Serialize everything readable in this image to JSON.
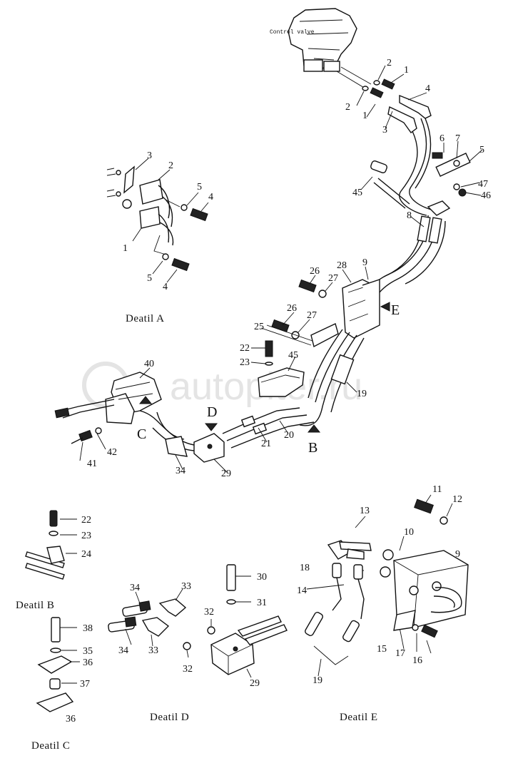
{
  "watermark": "autopiter.ru",
  "top_label": "Control valve",
  "captions": {
    "detail_a": "Deatil A",
    "detail_b": "Deatil B",
    "detail_c": "Deatil C",
    "detail_d": "Deatil D",
    "detail_e": "Deatil E"
  },
  "view_arrows": {
    "b": "B",
    "c": "C",
    "d": "D",
    "e": "E"
  },
  "callouts": {
    "main": [
      "2",
      "1",
      "4",
      "2",
      "1",
      "3",
      "6",
      "7",
      "5",
      "47",
      "46",
      "45",
      "8",
      "9",
      "28",
      "26",
      "27",
      "26",
      "27",
      "25",
      "22",
      "23",
      "45",
      "19",
      "40",
      "42",
      "41",
      "34",
      "29",
      "21",
      "20"
    ],
    "detail_a": [
      "3",
      "2",
      "5",
      "4",
      "1",
      "5",
      "4"
    ],
    "detail_b": [
      "22",
      "23",
      "24"
    ],
    "detail_c": [
      "38",
      "35",
      "36",
      "37",
      "36"
    ],
    "detail_d": [
      "34",
      "33",
      "34",
      "33",
      "30",
      "31",
      "32",
      "32",
      "29"
    ],
    "detail_e": [
      "11",
      "12",
      "13",
      "10",
      "9",
      "18",
      "14",
      "15",
      "17",
      "16",
      "19"
    ]
  }
}
